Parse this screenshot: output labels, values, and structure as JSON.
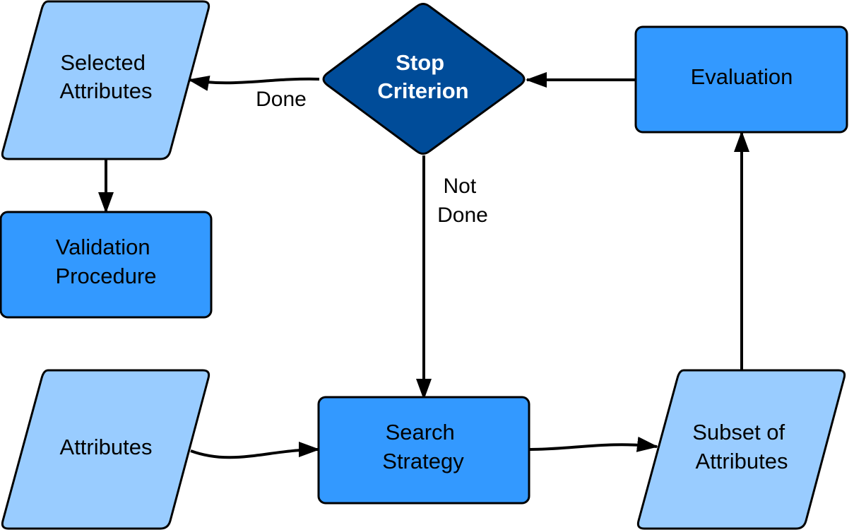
{
  "colors": {
    "process": "#3399ff",
    "data": "#99ccff",
    "decision": "#004c99",
    "stroke": "#000000"
  },
  "nodes": {
    "selected_attributes": {
      "lines": [
        "Selected",
        "Attributes"
      ],
      "shape": "parallelogram"
    },
    "validation_procedure": {
      "lines": [
        "Validation",
        "Procedure"
      ],
      "shape": "rectangle"
    },
    "stop_criterion": {
      "lines": [
        "Stop",
        "Criterion"
      ],
      "shape": "diamond"
    },
    "evaluation": {
      "lines": [
        "Evaluation"
      ],
      "shape": "rectangle"
    },
    "attributes": {
      "lines": [
        "Attributes"
      ],
      "shape": "parallelogram"
    },
    "search_strategy": {
      "lines": [
        "Search",
        "Strategy"
      ],
      "shape": "rectangle"
    },
    "subset_of_attributes": {
      "lines": [
        "Subset of",
        "Attributes"
      ],
      "shape": "parallelogram"
    }
  },
  "edges": {
    "done": {
      "label": "Done",
      "from": "stop_criterion",
      "to": "selected_attributes"
    },
    "not_done": {
      "label_lines": [
        "Not",
        "Done"
      ],
      "from": "stop_criterion",
      "to": "search_strategy"
    },
    "eval_to_stop": {
      "from": "evaluation",
      "to": "stop_criterion"
    },
    "selected_to_validation": {
      "from": "selected_attributes",
      "to": "validation_procedure"
    },
    "attributes_to_search": {
      "from": "attributes",
      "to": "search_strategy"
    },
    "search_to_subset": {
      "from": "search_strategy",
      "to": "subset_of_attributes"
    },
    "subset_to_eval": {
      "from": "subset_of_attributes",
      "to": "evaluation"
    }
  }
}
